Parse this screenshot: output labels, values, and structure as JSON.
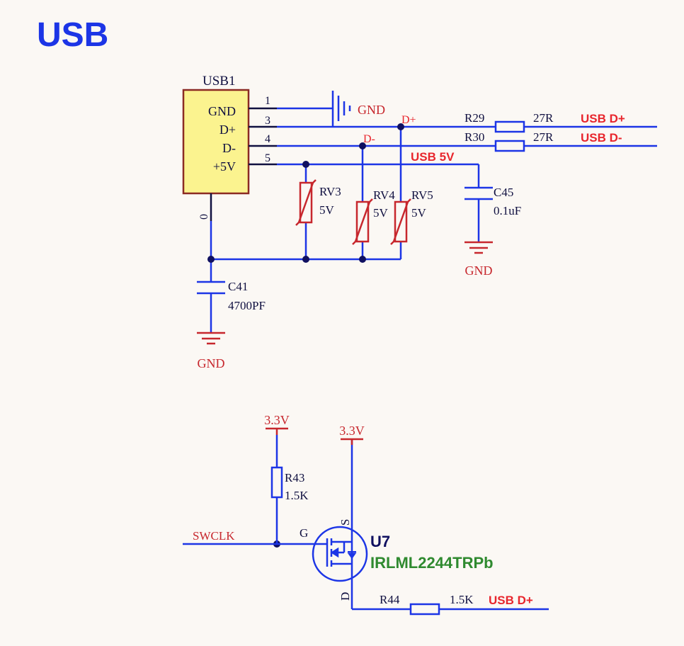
{
  "title": "USB",
  "colors": {
    "wire": "#1c35e6",
    "part": "#c7272d",
    "net": "#e8262d",
    "text": "#101040",
    "chip_fill": "#fbf38f",
    "chip_border": "#8b2b23",
    "green": "#2f8a2f"
  },
  "usb_connector": {
    "designator": "USB1",
    "pins": [
      {
        "num": "1",
        "name": "GND"
      },
      {
        "num": "3",
        "name": "D+"
      },
      {
        "num": "4",
        "name": "D-"
      },
      {
        "num": "5",
        "name": "+5V"
      }
    ],
    "shield_pin": "0"
  },
  "nets": {
    "gnd": "GND",
    "dplus_short": "D+",
    "dminus_short": "D-",
    "usb_5v": "USB 5V",
    "usb_dplus": "USB D+",
    "usb_dminus": "USB D-",
    "v33": "3.3V",
    "swclk": "SWCLK"
  },
  "resistors": {
    "r29": {
      "ref": "R29",
      "value": "27R"
    },
    "r30": {
      "ref": "R30",
      "value": "27R"
    },
    "r43": {
      "ref": "R43",
      "value": "1.5K"
    },
    "r44": {
      "ref": "R44",
      "value": "1.5K"
    }
  },
  "varistors": [
    {
      "ref": "RV3",
      "value": "5V"
    },
    {
      "ref": "RV4",
      "value": "5V"
    },
    {
      "ref": "RV5",
      "value": "5V"
    }
  ],
  "capacitors": {
    "c45": {
      "ref": "C45",
      "value": "0.1uF"
    },
    "c41": {
      "ref": "C41",
      "value": "4700PF"
    }
  },
  "mosfet": {
    "ref": "U7",
    "part": "IRLML2244TRPb",
    "pin_g": "G",
    "pin_s": "S",
    "pin_d": "D"
  }
}
